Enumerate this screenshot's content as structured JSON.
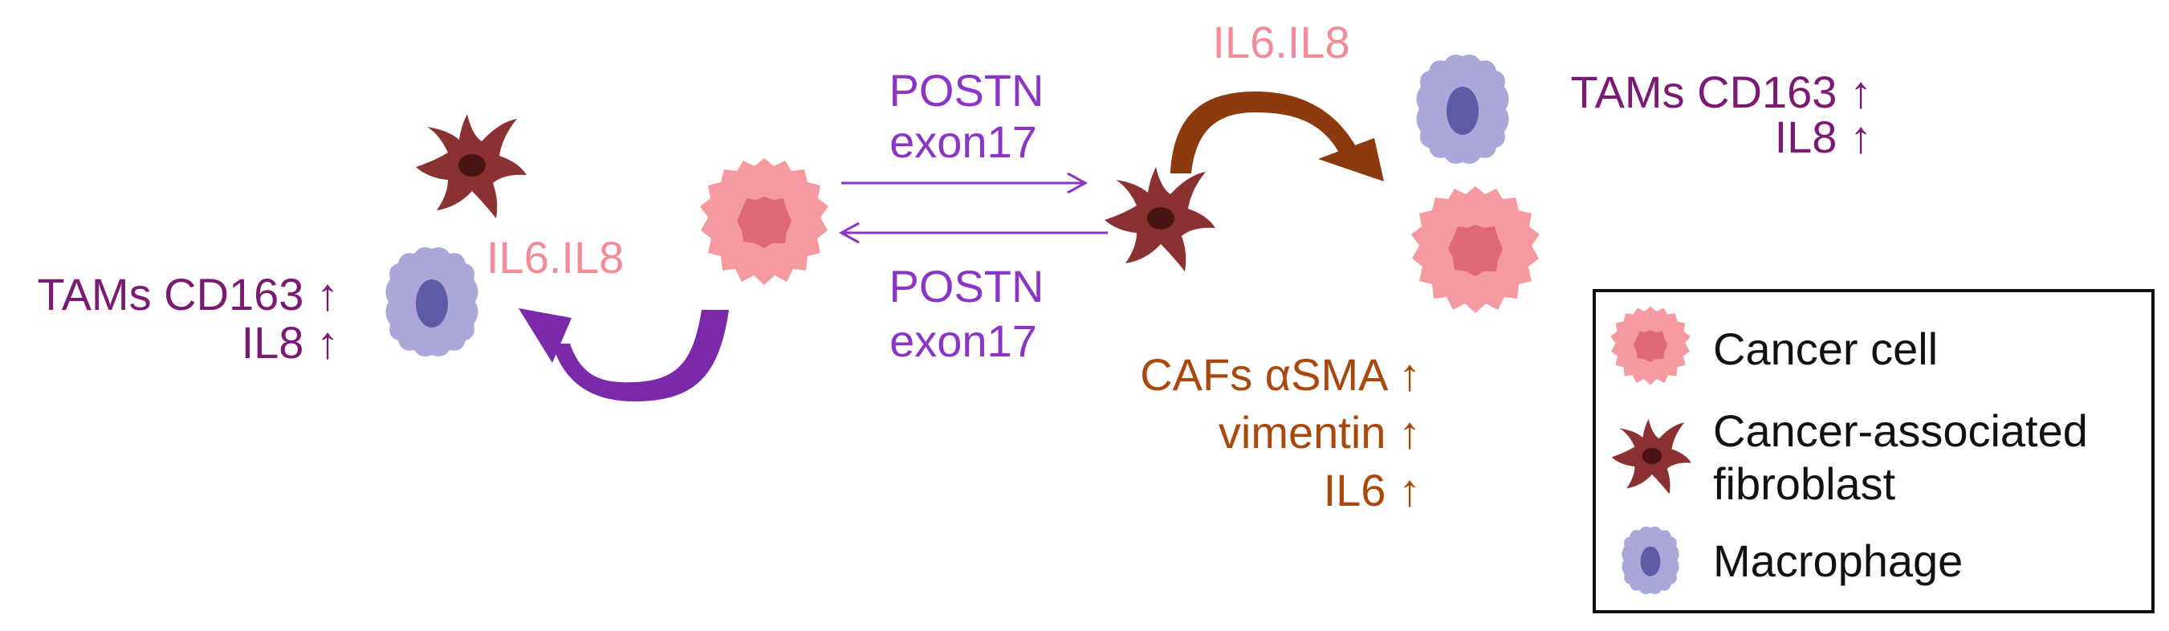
{
  "left_panel": {
    "tams_line": "TAMs CD163 ↑",
    "il8_line": "IL8 ↑",
    "cytokine_label": "IL6.IL8"
  },
  "exchange": {
    "top_line1": "POSTN",
    "top_line2": "exon17",
    "bottom_line1": "POSTN",
    "bottom_line2": "exon17"
  },
  "right_panel": {
    "cytokine_label": "IL6.IL8",
    "tams_line": "TAMs CD163 ↑",
    "il8_line": "IL8 ↑",
    "cafs_line1": "CAFs αSMA ↑",
    "cafs_line2": "vimentin ↑",
    "cafs_line3": "IL6 ↑"
  },
  "legend": {
    "cancer_cell": "Cancer cell",
    "caf_line1": "Cancer-associated",
    "caf_line2": "fibroblast",
    "macrophage": "Macrophage"
  },
  "colors": {
    "cancer_cell": "#f59aa0",
    "cancer_nucleus": "#e06a74",
    "fibroblast": "#8a3232",
    "fibroblast_nucleus": "#4a1414",
    "macrophage": "#a9a8d8",
    "macrophage_nucleus": "#5f5aa6",
    "purple_arrow": "#7a2aa8",
    "brown_arrow": "#8a3a0c",
    "text_purple": "#7a1a72",
    "text_violet": "#8a35c4",
    "text_pink": "#f28c96",
    "text_brown": "#a8480c"
  },
  "icons": [
    "cancer-cell-icon",
    "fibroblast-icon",
    "macrophage-icon",
    "curved-arrow-icon"
  ]
}
